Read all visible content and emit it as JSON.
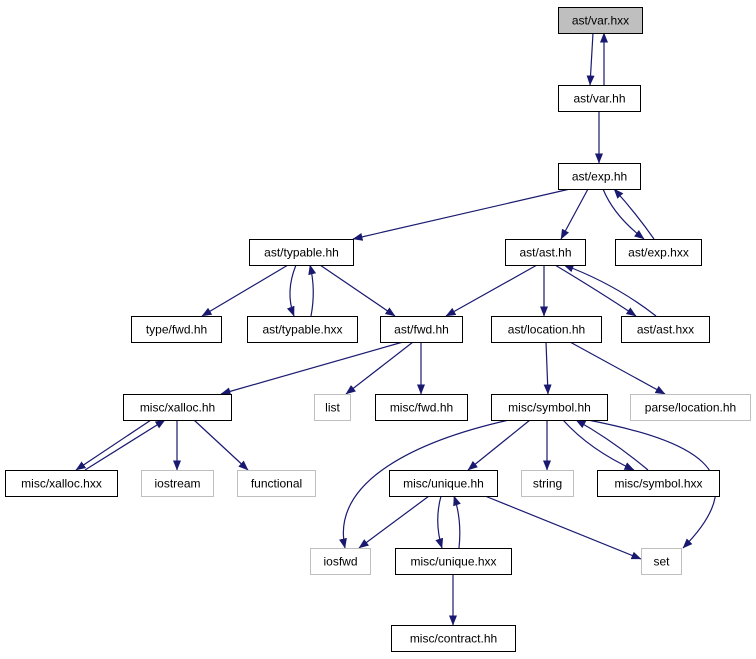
{
  "colors": {
    "edge": "#191970",
    "node_border": "#000000",
    "external_border": "#bfbfbf",
    "root_fill": "#bfbfbf",
    "node_fill": "#ffffff",
    "text": "#000000"
  },
  "nodes": [
    {
      "id": "ast_var_hxx",
      "label": "ast/var.hxx",
      "kind": "root"
    },
    {
      "id": "ast_var_hh",
      "label": "ast/var.hh",
      "kind": "normal"
    },
    {
      "id": "ast_exp_hh",
      "label": "ast/exp.hh",
      "kind": "normal"
    },
    {
      "id": "ast_typable_hh",
      "label": "ast/typable.hh",
      "kind": "normal"
    },
    {
      "id": "ast_ast_hh",
      "label": "ast/ast.hh",
      "kind": "normal"
    },
    {
      "id": "ast_exp_hxx",
      "label": "ast/exp.hxx",
      "kind": "normal"
    },
    {
      "id": "type_fwd_hh",
      "label": "type/fwd.hh",
      "kind": "normal"
    },
    {
      "id": "ast_typable_hxx",
      "label": "ast/typable.hxx",
      "kind": "normal"
    },
    {
      "id": "ast_fwd_hh",
      "label": "ast/fwd.hh",
      "kind": "normal"
    },
    {
      "id": "ast_location_hh",
      "label": "ast/location.hh",
      "kind": "normal"
    },
    {
      "id": "ast_ast_hxx",
      "label": "ast/ast.hxx",
      "kind": "normal"
    },
    {
      "id": "misc_xalloc_hh",
      "label": "misc/xalloc.hh",
      "kind": "normal"
    },
    {
      "id": "list",
      "label": "list",
      "kind": "external"
    },
    {
      "id": "misc_fwd_hh",
      "label": "misc/fwd.hh",
      "kind": "normal"
    },
    {
      "id": "misc_symbol_hh",
      "label": "misc/symbol.hh",
      "kind": "normal"
    },
    {
      "id": "parse_location_hh",
      "label": "parse/location.hh",
      "kind": "external"
    },
    {
      "id": "misc_xalloc_hxx",
      "label": "misc/xalloc.hxx",
      "kind": "normal"
    },
    {
      "id": "iostream",
      "label": "iostream",
      "kind": "external"
    },
    {
      "id": "functional",
      "label": "functional",
      "kind": "external"
    },
    {
      "id": "misc_unique_hh",
      "label": "misc/unique.hh",
      "kind": "normal"
    },
    {
      "id": "string",
      "label": "string",
      "kind": "external"
    },
    {
      "id": "misc_symbol_hxx",
      "label": "misc/symbol.hxx",
      "kind": "normal"
    },
    {
      "id": "iosfwd",
      "label": "iosfwd",
      "kind": "external"
    },
    {
      "id": "misc_unique_hxx",
      "label": "misc/unique.hxx",
      "kind": "normal"
    },
    {
      "id": "set",
      "label": "set",
      "kind": "external"
    },
    {
      "id": "misc_contract_hh",
      "label": "misc/contract.hh",
      "kind": "normal"
    }
  ],
  "edges": [
    {
      "from": "ast_var_hxx",
      "to": "ast_var_hh"
    },
    {
      "from": "ast_var_hh",
      "to": "ast_var_hxx"
    },
    {
      "from": "ast_var_hh",
      "to": "ast_exp_hh"
    },
    {
      "from": "ast_exp_hh",
      "to": "ast_typable_hh"
    },
    {
      "from": "ast_exp_hh",
      "to": "ast_ast_hh"
    },
    {
      "from": "ast_exp_hh",
      "to": "ast_exp_hxx"
    },
    {
      "from": "ast_exp_hxx",
      "to": "ast_exp_hh"
    },
    {
      "from": "ast_typable_hh",
      "to": "type_fwd_hh"
    },
    {
      "from": "ast_typable_hh",
      "to": "ast_typable_hxx"
    },
    {
      "from": "ast_typable_hxx",
      "to": "ast_typable_hh"
    },
    {
      "from": "ast_typable_hh",
      "to": "ast_fwd_hh"
    },
    {
      "from": "ast_ast_hh",
      "to": "ast_fwd_hh"
    },
    {
      "from": "ast_ast_hh",
      "to": "ast_location_hh"
    },
    {
      "from": "ast_ast_hh",
      "to": "ast_ast_hxx"
    },
    {
      "from": "ast_ast_hxx",
      "to": "ast_ast_hh"
    },
    {
      "from": "ast_fwd_hh",
      "to": "misc_xalloc_hh"
    },
    {
      "from": "ast_fwd_hh",
      "to": "list"
    },
    {
      "from": "ast_fwd_hh",
      "to": "misc_fwd_hh"
    },
    {
      "from": "ast_location_hh",
      "to": "misc_symbol_hh"
    },
    {
      "from": "ast_location_hh",
      "to": "parse_location_hh"
    },
    {
      "from": "misc_xalloc_hh",
      "to": "misc_xalloc_hxx"
    },
    {
      "from": "misc_xalloc_hxx",
      "to": "misc_xalloc_hh"
    },
    {
      "from": "misc_xalloc_hh",
      "to": "iostream"
    },
    {
      "from": "misc_xalloc_hh",
      "to": "functional"
    },
    {
      "from": "misc_symbol_hh",
      "to": "iosfwd"
    },
    {
      "from": "misc_symbol_hh",
      "to": "misc_unique_hh"
    },
    {
      "from": "misc_symbol_hh",
      "to": "string"
    },
    {
      "from": "misc_symbol_hh",
      "to": "misc_symbol_hxx"
    },
    {
      "from": "misc_symbol_hxx",
      "to": "misc_symbol_hh"
    },
    {
      "from": "misc_symbol_hh",
      "to": "set"
    },
    {
      "from": "misc_unique_hh",
      "to": "iosfwd"
    },
    {
      "from": "misc_unique_hh",
      "to": "misc_unique_hxx"
    },
    {
      "from": "misc_unique_hxx",
      "to": "misc_unique_hh"
    },
    {
      "from": "misc_unique_hh",
      "to": "set"
    },
    {
      "from": "misc_unique_hxx",
      "to": "misc_contract_hh"
    }
  ]
}
